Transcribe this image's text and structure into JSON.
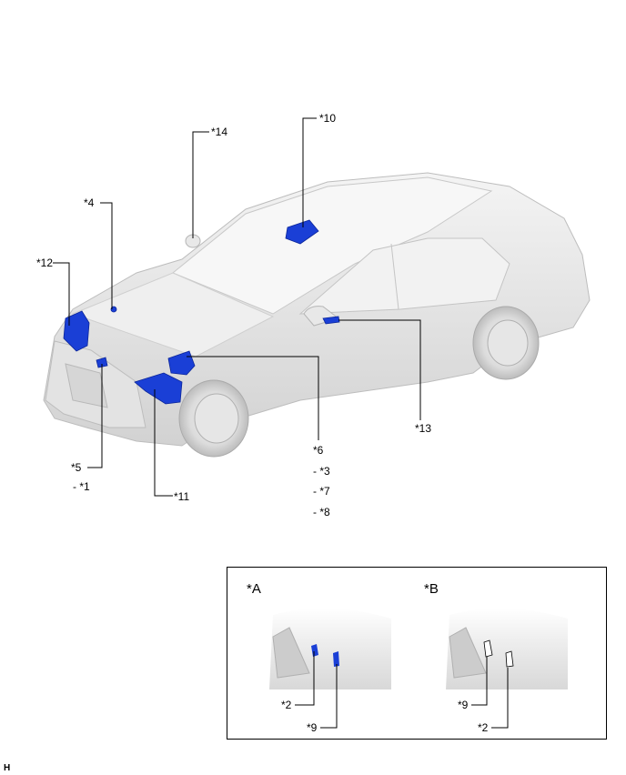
{
  "labels": {
    "c1": "- *1",
    "c3": "- *3",
    "c4": "*4",
    "c5": "*5",
    "c6": "*6",
    "c7": "- *7",
    "c8": "- *8",
    "c10": "*10",
    "c11": "*11",
    "c12": "*12",
    "c13": "*13",
    "c14": "*14"
  },
  "inset": {
    "a_title": "*A",
    "b_title": "*B",
    "a_2": "*2",
    "a_9": "*9",
    "b_9": "*9",
    "b_2": "*2"
  },
  "corner": "H",
  "colors": {
    "highlight": "#1a3fd6",
    "car_body": "#e9e9e9",
    "car_shadow": "#c9c9c9",
    "outline": "#000000"
  }
}
